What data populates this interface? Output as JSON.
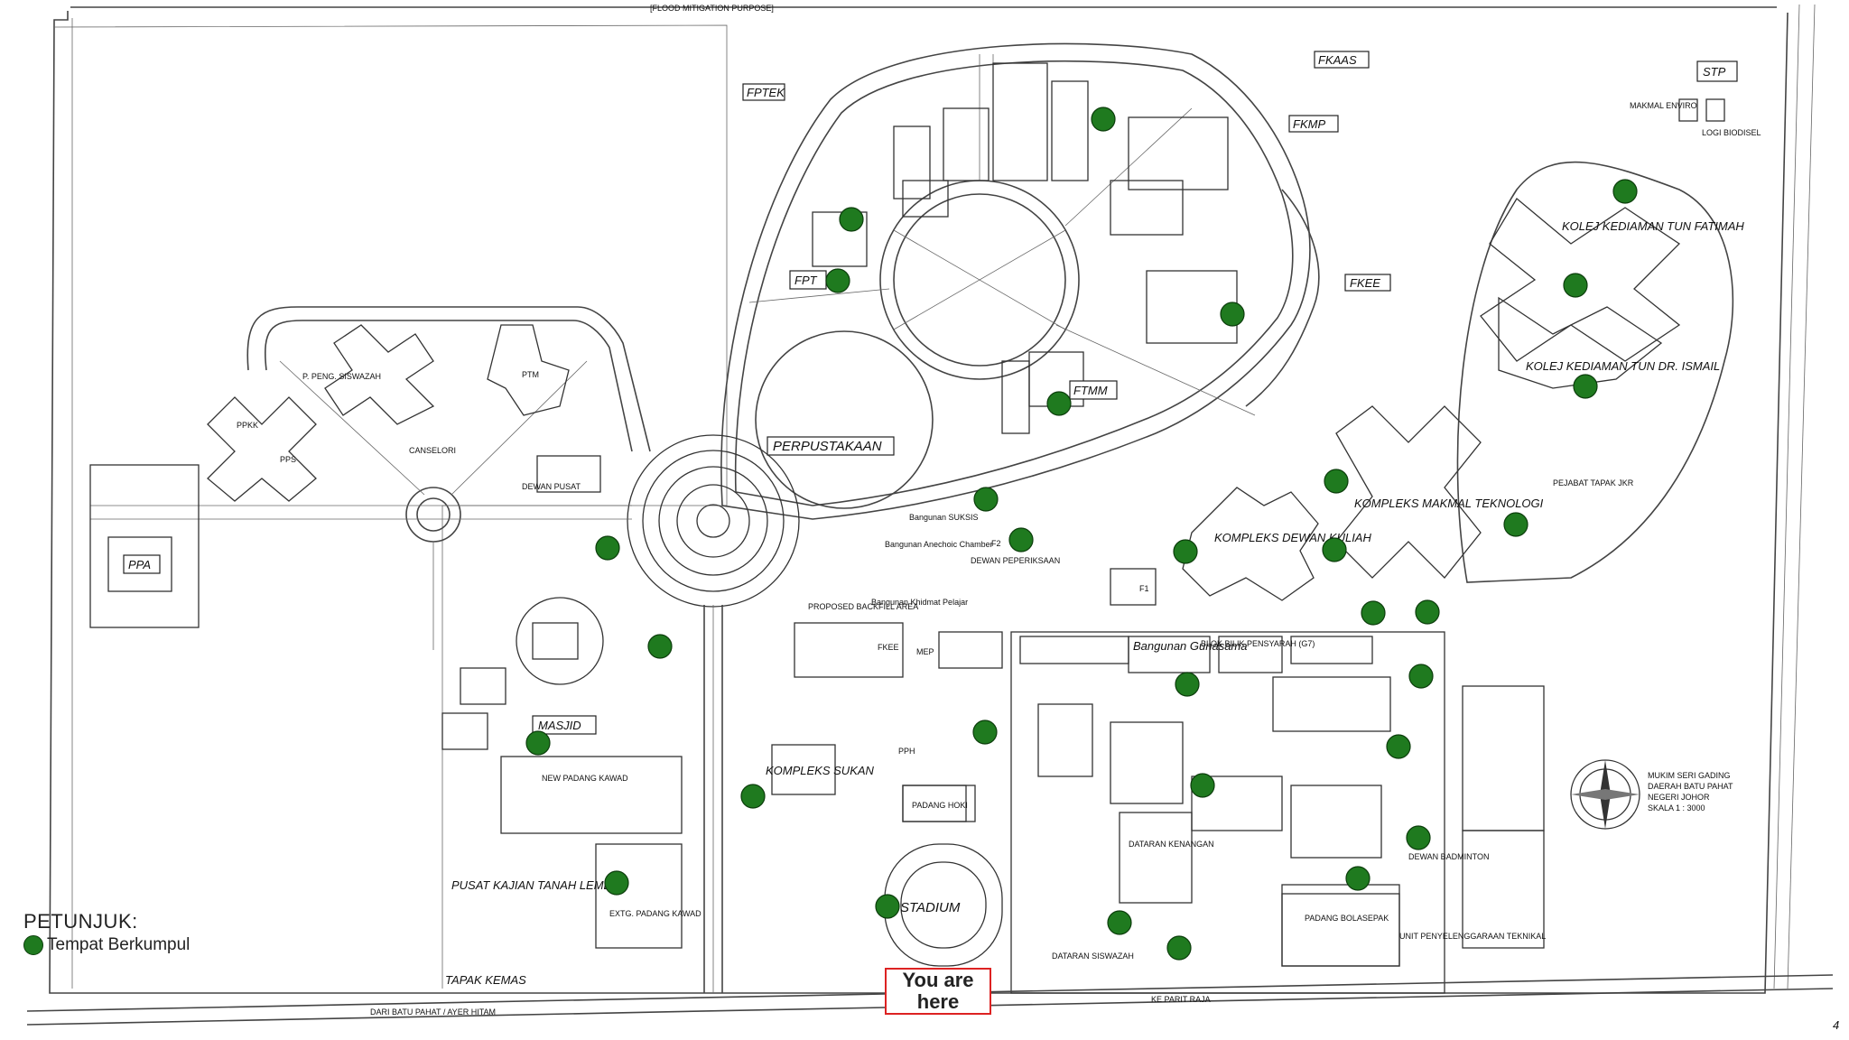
{
  "map": {
    "top_note": "[FLOOD MITIGATION PURPOSE]",
    "labels": {
      "fptek": "FPTEK",
      "fkaas": "FKAAS",
      "fkmp": "FKMP",
      "stp": "STP",
      "makmal_enviro": "MAKMAL ENVIRO",
      "logi_biodisel": "LOGI BIODISEL",
      "kolej_fatimah": "KOLEJ KEDIAMAN TUN FATIMAH",
      "kolej_ismail": "KOLEJ KEDIAMAN TUN DR. ISMAIL",
      "fpt": "FPT",
      "fkee": "FKEE",
      "ftmm": "FTMM",
      "perpustakaan": "PERPUSTAKAAN",
      "p_peng_siswazah": "P. PENG. SISWAZAH",
      "ptm": "PTM",
      "ppkk": "PPKK",
      "pps": "PPS",
      "canselori": "CANSELORI",
      "dewan_pusat": "DEWAN PUSAT",
      "ppa": "PPA",
      "bangunan_suksis": "Bangunan SUKSIS",
      "bangunan_anechoic": "Bangunan Anechoic Chamber",
      "f2": "F2",
      "dewan_peperiksaan": "DEWAN PEPERIKSAAN",
      "kompleks_dewan_kuliah": "KOMPLEKS DEWAN KULIAH",
      "kompleks_makmal_teknologi": "KOMPLEKS MAKMAL TEKNOLOGI",
      "pejabat_tapak": "PEJABAT TAPAK JKR",
      "f1": "F1",
      "bangunan_khidmat": "Bangunan Khidmat Pelajar",
      "proposed_backfill": "PROPOSED BACKFILL AREA",
      "fkee2": "FKEE",
      "mep": "MEP",
      "bangunan_gunasama": "Bangunan Gunasama",
      "blok_bilik_pensyarah": "BLOK BILIK PENSYARAH (G7)",
      "masjid": "MASJID",
      "new_padang_kawad": "NEW PADANG KAWAD",
      "kompleks_sukan": "KOMPLEKS SUKAN",
      "pph": "PPH",
      "padang_hoki": "PADANG HOKI",
      "pusat_kajian": "PUSAT KAJIAN TANAH LEMBUT",
      "padang_kawad_exst": "EXTG. PADANG KAWAD",
      "stadium": "STADIUM",
      "dataran_kenangan": "DATARAN KENANGAN",
      "dataran_siswazah": "DATARAN SISWAZAH",
      "padang_bola_sepak": "PADANG BOLASEPAK",
      "unit_penyelenggaraan": "UNIT PENYELENGGARAAN TEKNIKAL",
      "dewan_badminton": "DEWAN BADMINTON",
      "tapak_kemas": "TAPAK KEMAS",
      "ke_parit_raja": "KE PARIT RAJA",
      "dari_batu_pahat": "DARI BATU PAHAT / AYER HITAM",
      "mukim_1": "MUKIM SERI GADING",
      "mukim_2": "DAERAH BATU PAHAT",
      "mukim_3": "NEGERI JOHOR",
      "mukim_4": "SKALA 1 : 3000",
      "page_number": "4"
    },
    "assembly_points": [
      [
        1222,
        132
      ],
      [
        943,
        243
      ],
      [
        928,
        311
      ],
      [
        1365,
        348
      ],
      [
        1800,
        212
      ],
      [
        1745,
        316
      ],
      [
        1756,
        428
      ],
      [
        1173,
        447
      ],
      [
        1092,
        553
      ],
      [
        1131,
        598
      ],
      [
        1313,
        611
      ],
      [
        1480,
        533
      ],
      [
        1478,
        609
      ],
      [
        1521,
        679
      ],
      [
        1581,
        678
      ],
      [
        1679,
        581
      ],
      [
        673,
        607
      ],
      [
        731,
        716
      ],
      [
        1315,
        758
      ],
      [
        1574,
        749
      ],
      [
        1091,
        811
      ],
      [
        596,
        823
      ],
      [
        1549,
        827
      ],
      [
        834,
        882
      ],
      [
        1332,
        870
      ],
      [
        1571,
        928
      ],
      [
        1504,
        973
      ],
      [
        683,
        978
      ],
      [
        983,
        1004
      ],
      [
        1240,
        1022
      ],
      [
        1306,
        1050
      ]
    ]
  },
  "legend": {
    "title": "PETUNJUK:",
    "item_label": "Tempat Berkumpul"
  },
  "marker": {
    "text": "You are here"
  }
}
